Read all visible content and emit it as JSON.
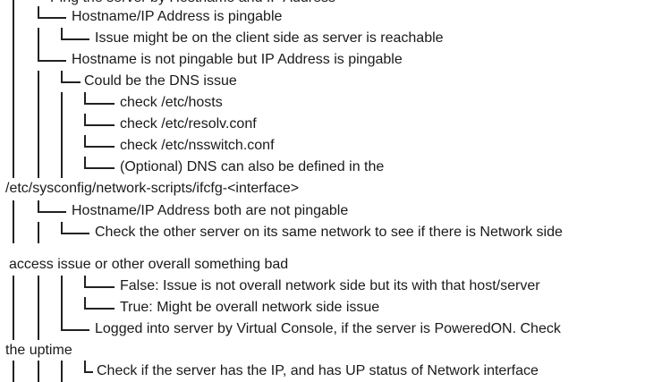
{
  "lines": [
    {
      "text": "Ping the server by Hostname and IP Address"
    },
    {
      "text": "Hostname/IP Address is pingable"
    },
    {
      "text": "Issue might be on the client side as server is reachable"
    },
    {
      "text": "Hostname is not pingable but IP Address is pingable"
    },
    {
      "text": "Could be the DNS issue"
    },
    {
      "text": "check /etc/hosts"
    },
    {
      "text": "check /etc/resolv.conf"
    },
    {
      "text": "check /etc/nsswitch.conf"
    },
    {
      "text": "(Optional) DNS can also be defined in the"
    },
    {
      "text": "/etc/sysconfig/network-scripts/ifcfg-<interface>"
    },
    {
      "text": "Hostname/IP Address both are not pingable"
    },
    {
      "text": "Check the other server on its same network to see if there is Network side"
    },
    {
      "text": "access issue or other overall something bad"
    },
    {
      "text": "False: Issue is not overall network side but its with that host/server"
    },
    {
      "text": "True: Might be overall network side issue"
    },
    {
      "text": "Logged into server by Virtual Console, if the server is PoweredON. Check"
    },
    {
      "text": "the uptime"
    },
    {
      "text": "Check if the server has the IP, and has UP status of Network interface"
    }
  ]
}
